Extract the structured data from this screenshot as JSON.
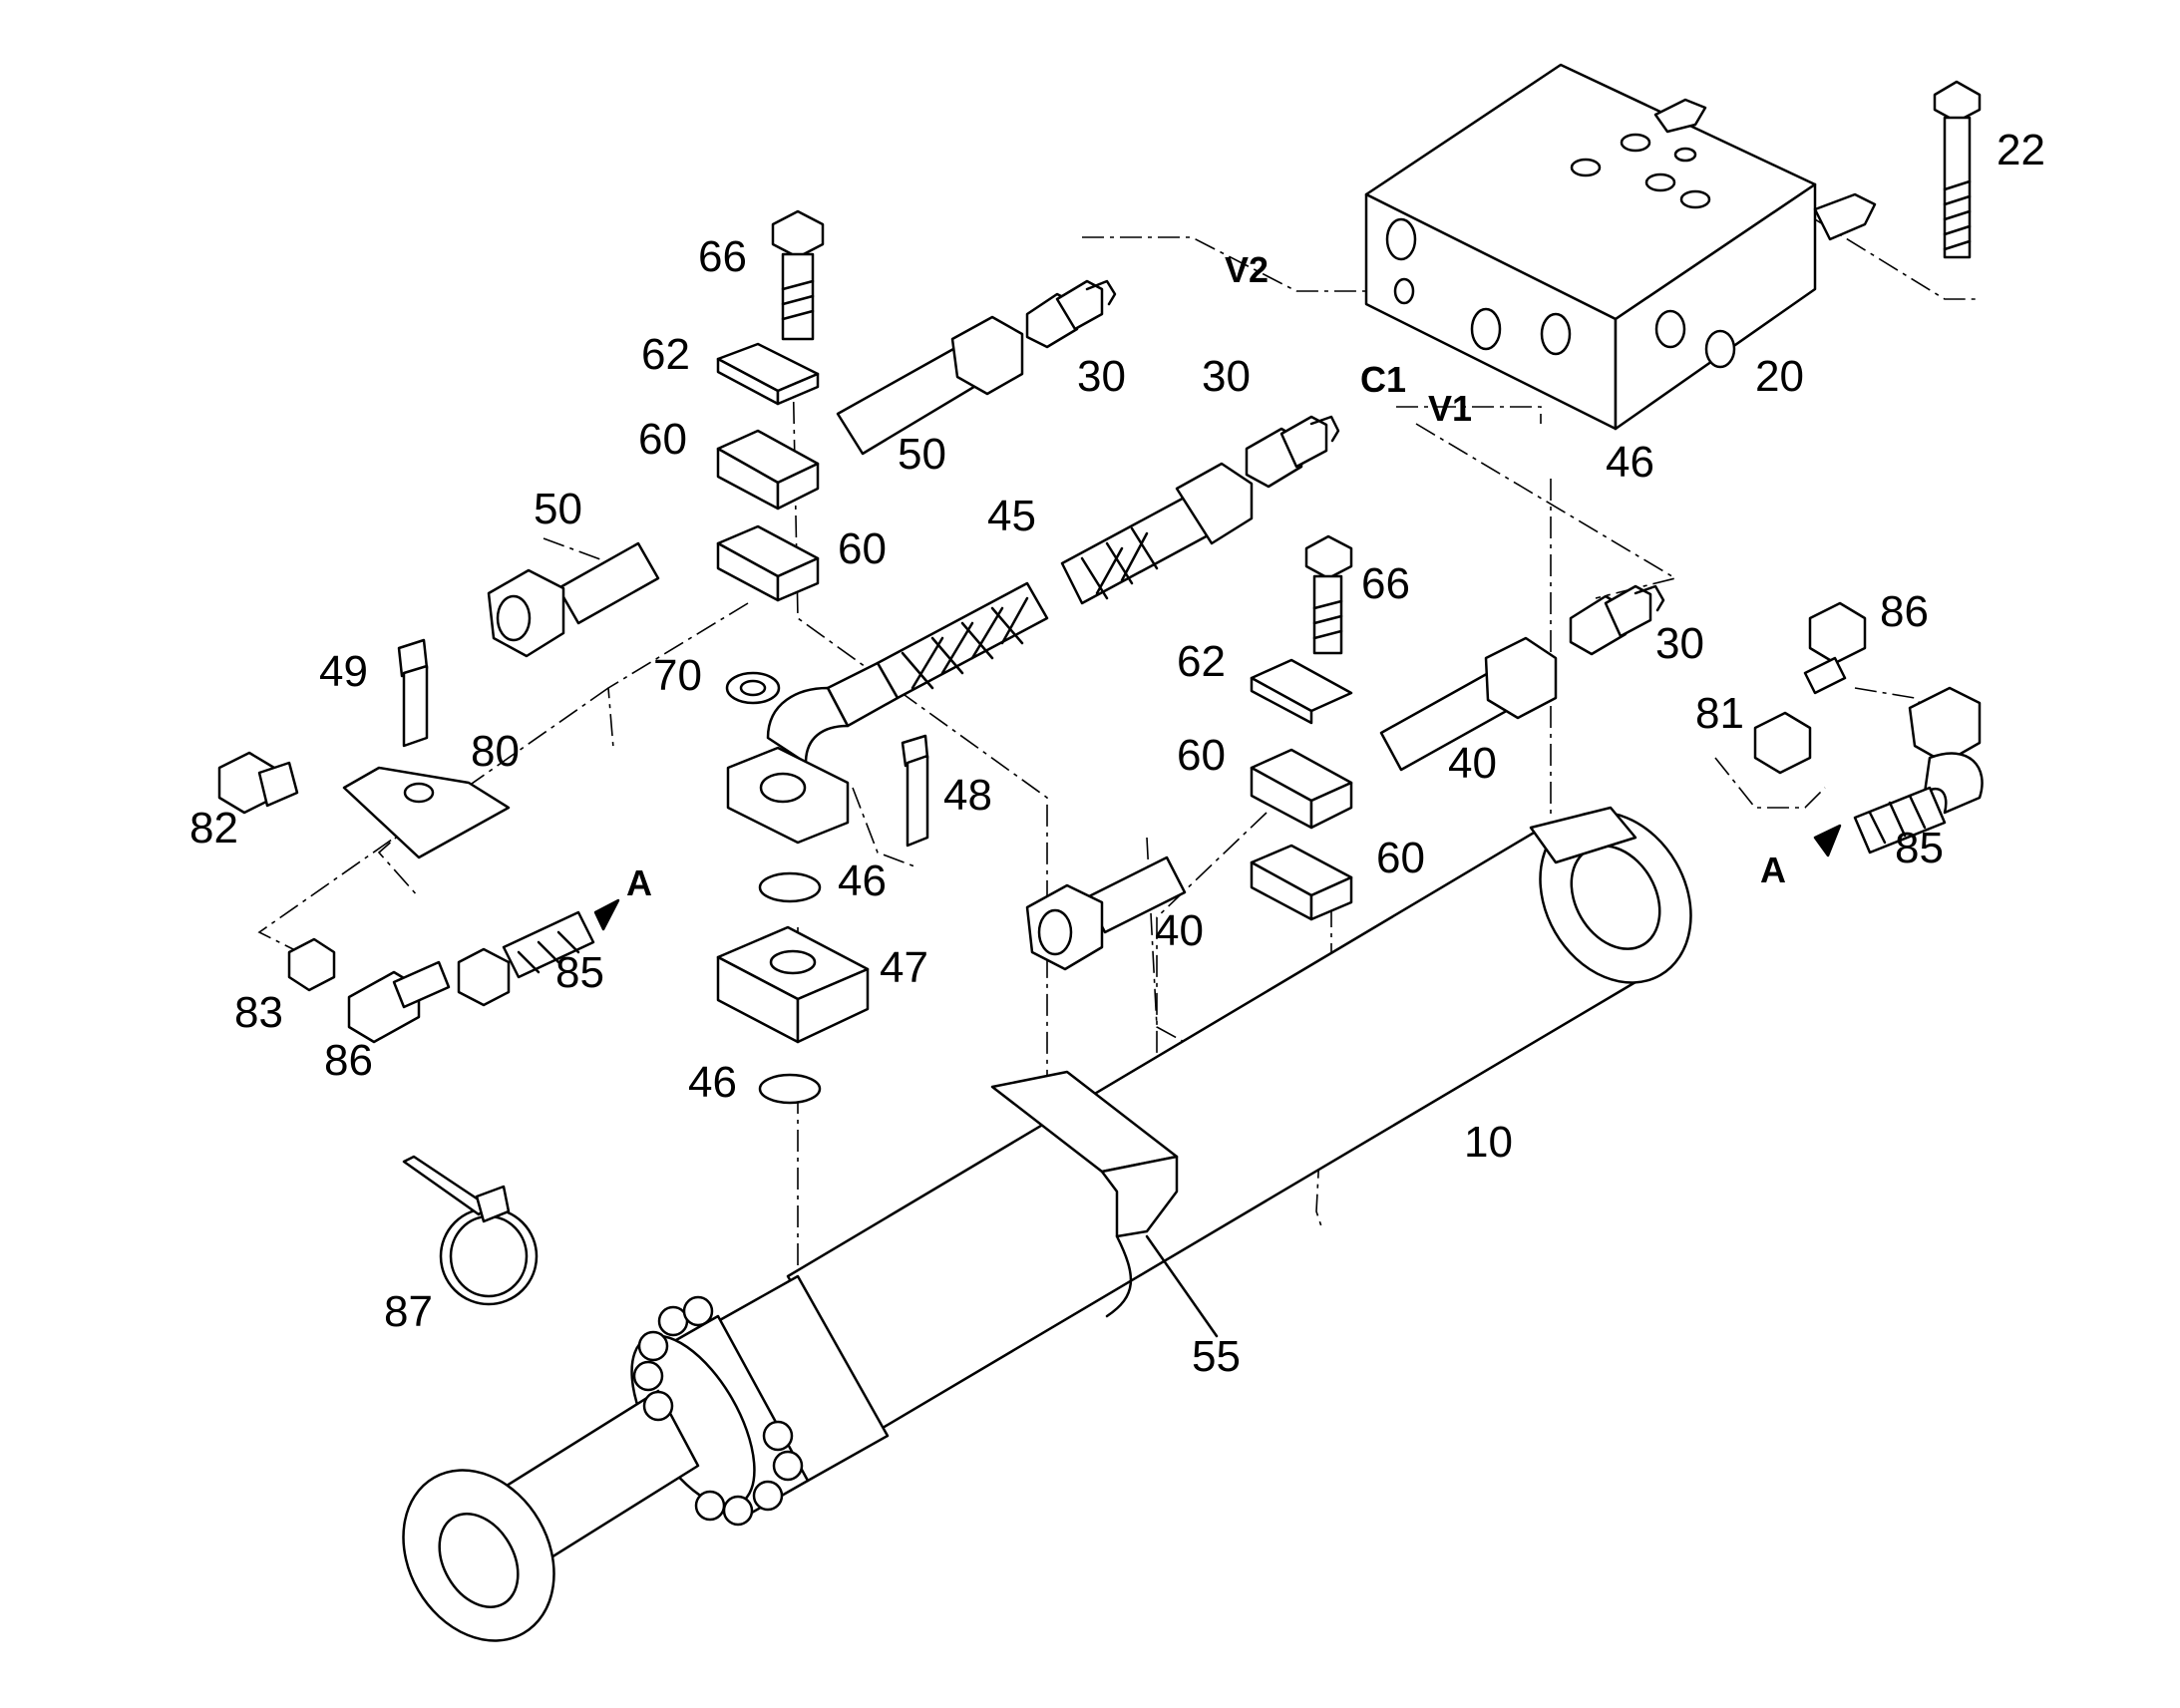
{
  "diagram": {
    "part_numbers": {
      "p10": "10",
      "p20": "20",
      "p22": "22",
      "p30a": "30",
      "p30b": "30",
      "p30c": "30",
      "p40a": "40",
      "p40b": "40",
      "p45": "45",
      "p46a": "46",
      "p46b": "46",
      "p46c": "46",
      "p47": "47",
      "p48": "48",
      "p49": "49",
      "p50a": "50",
      "p50b": "50",
      "p55": "55",
      "p60a": "60",
      "p60b": "60",
      "p60c": "60",
      "p60d": "60",
      "p62a": "62",
      "p62b": "62",
      "p66a": "66",
      "p66b": "66",
      "p70": "70",
      "p80": "80",
      "p81": "81",
      "p82": "82",
      "p83": "83",
      "p85a": "85",
      "p85b": "85",
      "p86a": "86",
      "p86b": "86",
      "p87": "87"
    },
    "port_labels": {
      "v2": "V2",
      "c1": "C1",
      "v1": "V1",
      "a_left": "A",
      "a_right": "A"
    }
  }
}
